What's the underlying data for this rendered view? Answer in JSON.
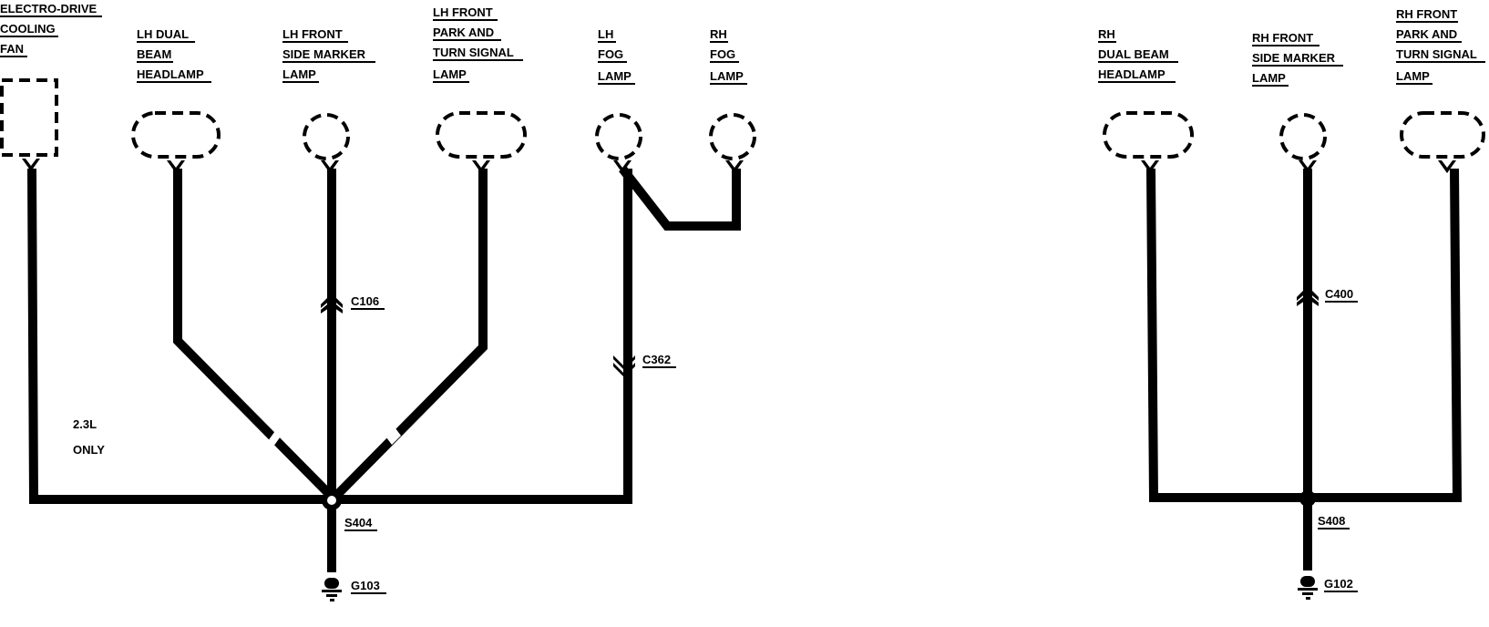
{
  "components": {
    "fan": [
      "ELECTRO-DRIVE",
      "COOLING",
      "FAN"
    ],
    "lh_headlamp": [
      "LH DUAL",
      "BEAM",
      "HEADLAMP"
    ],
    "lh_side_marker": [
      "LH FRONT",
      "SIDE MARKER",
      "LAMP"
    ],
    "lh_park_turn": [
      "LH FRONT",
      "PARK AND",
      "TURN SIGNAL",
      "LAMP"
    ],
    "lh_fog": [
      "LH",
      "FOG",
      "LAMP"
    ],
    "rh_fog": [
      "RH",
      "FOG",
      "LAMP"
    ],
    "rh_headlamp": [
      "RH",
      "DUAL BEAM",
      "HEADLAMP"
    ],
    "rh_side_marker": [
      "RH FRONT",
      "SIDE MARKER",
      "LAMP"
    ],
    "rh_park_turn": [
      "RH FRONT",
      "PARK AND",
      "TURN SIGNAL",
      "LAMP"
    ]
  },
  "connectors": {
    "c106": "C106",
    "c362": "C362",
    "c400": "C400"
  },
  "splices": {
    "s404": "S404",
    "s408": "S408"
  },
  "grounds": {
    "g103": "G103",
    "g102": "G102"
  },
  "note": [
    "2.3L",
    "ONLY"
  ]
}
